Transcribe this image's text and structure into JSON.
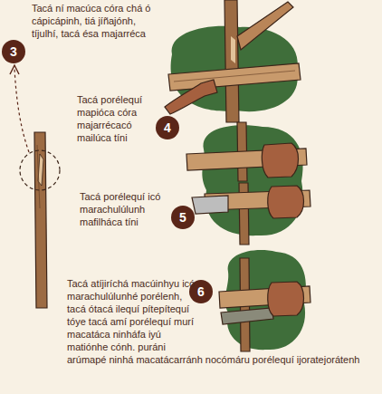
{
  "diagram": {
    "nodes": [
      {
        "text": [
          "3"
        ]
      },
      {
        "text": [
          "4"
        ]
      },
      {
        "text": [
          "5"
        ]
      },
      {
        "text": [
          "6"
        ]
      }
    ],
    "labels": [
      "Tacá ní macúca córa chá ó cápicápinh, tiá jíñajónh, tíjulhí, tacá ésa majarréca",
      "Tacá porélequí mapióca córa majarrécacó mailúca tíni",
      "Tacá porélequí icó marachulúlunh mafilháca tíni",
      "Tacá atíjiríchá macúinhyu icó marachulúlunhé porélenh, tacá ótacá ilequí pítepítequí tóye tacá amí porélequí murí macatáca ninháfa iyú matiónhe cónh. puráni arúmapé ninhá macatácarránh nocómáru porélequí ijoratejorátenh"
    ]
  }
}
